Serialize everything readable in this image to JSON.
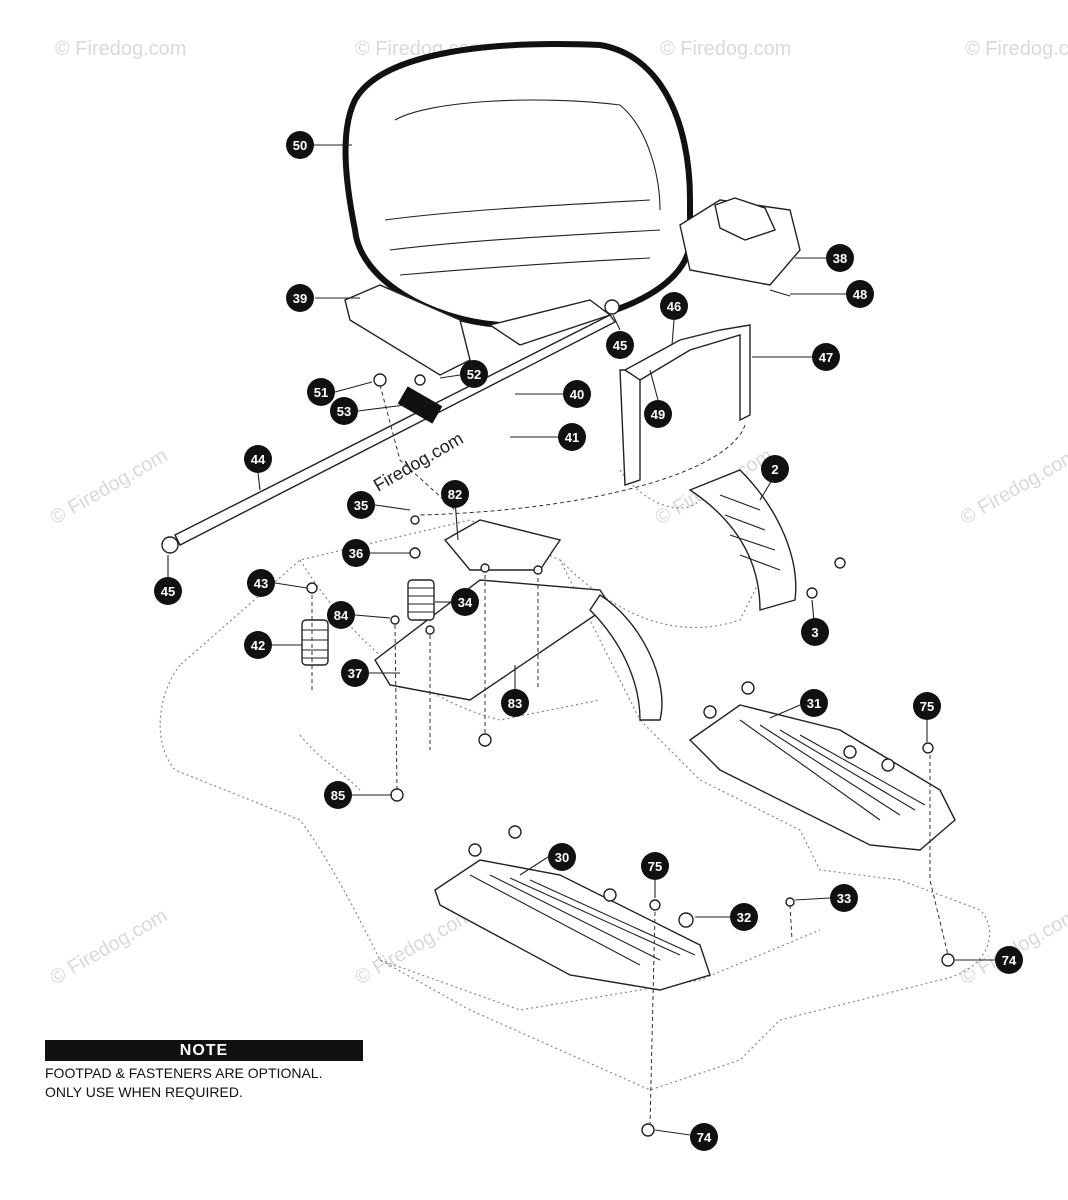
{
  "watermark": "© Firedog.com",
  "diagram_watermark": "Firedog.com",
  "note": {
    "heading": "NOTE",
    "line1": "FOOTPAD & FASTENERS ARE OPTIONAL.",
    "line2": "ONLY USE WHEN REQUIRED."
  },
  "callouts": [
    "50",
    "38",
    "48",
    "39",
    "46",
    "47",
    "45",
    "52",
    "51",
    "40",
    "53",
    "49",
    "41",
    "2",
    "44",
    "35",
    "82",
    "36",
    "45",
    "43",
    "34",
    "84",
    "42",
    "37",
    "3",
    "83",
    "31",
    "75",
    "85",
    "30",
    "75",
    "33",
    "32",
    "74",
    "74"
  ],
  "colors": {
    "callout": "#111111",
    "ink": "#222222",
    "watermark": "#d9d9d9"
  }
}
